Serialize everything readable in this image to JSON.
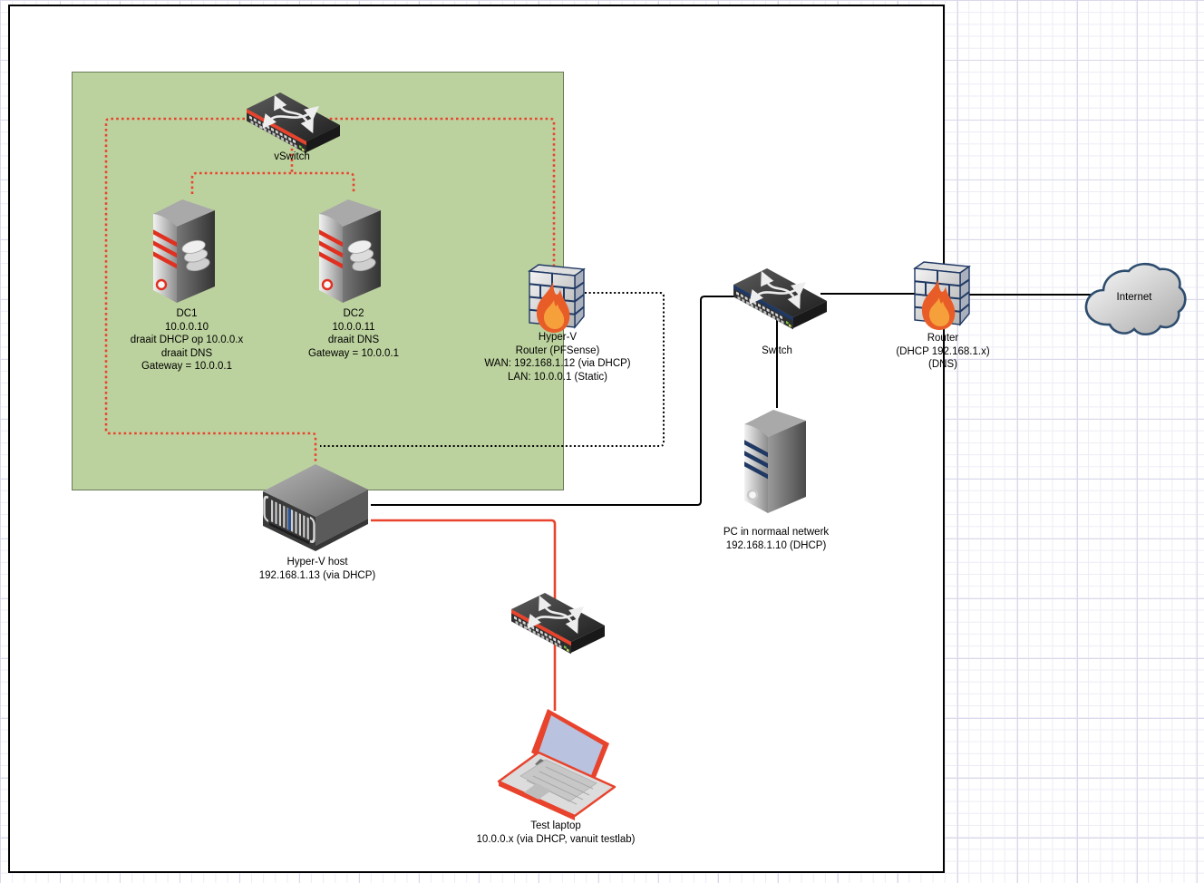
{
  "colors": {
    "testlab_fill": "#bcd29e",
    "line_red": "#e8432d",
    "line_black": "#000000",
    "stripe_blue": "#1f3864",
    "flame_orange": "#f6a03c",
    "flame_red": "#e85c28",
    "cloud_stroke": "#2e4d6e"
  },
  "nodes": {
    "vswitch": {
      "label": "vSwitch"
    },
    "dc1": {
      "lines": [
        "DC1",
        "10.0.0.10",
        "draait DHCP op 10.0.0.x",
        "draait DNS",
        "Gateway = 10.0.0.1"
      ]
    },
    "dc2": {
      "lines": [
        "DC2",
        "10.0.0.11",
        "draait DNS",
        "Gateway = 10.0.0.1"
      ]
    },
    "pfsense": {
      "lines": [
        "Hyper-V",
        "Router (PFSense)",
        "WAN: 192.168.1.12 (via DHCP)",
        "LAN: 10.0.0.1 (Static)"
      ]
    },
    "switch": {
      "label": "Switch"
    },
    "router": {
      "lines": [
        "Router",
        "(DHCP 192.168.1.x)",
        "(DNS)"
      ]
    },
    "internet": {
      "label": "Internet"
    },
    "pc": {
      "lines": [
        "PC in normaal netwerk",
        "192.168.1.10 (DHCP)"
      ]
    },
    "hyperv_host": {
      "lines": [
        "Hyper-V host",
        "192.168.1.13 (via DHCP)"
      ]
    },
    "laptop": {
      "lines": [
        "Test laptop",
        "10.0.0.x (via DHCP, vanuit testlab)"
      ]
    }
  }
}
